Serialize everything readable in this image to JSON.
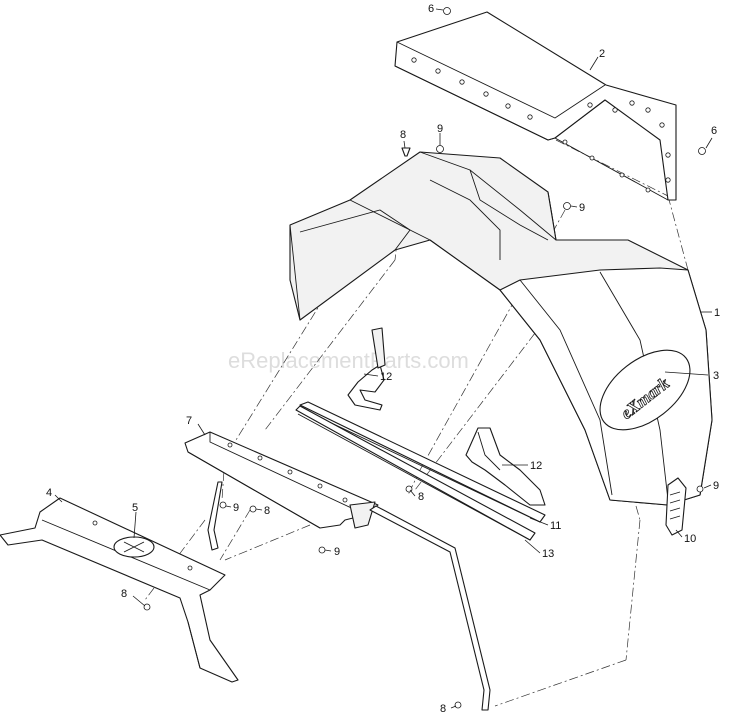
{
  "watermark": "eReplacementParts.com",
  "brand_logo": "eXmark",
  "callouts": [
    {
      "id": "c6a",
      "label": "6"
    },
    {
      "id": "c2",
      "label": "2"
    },
    {
      "id": "c6b",
      "label": "6"
    },
    {
      "id": "c8a",
      "label": "8"
    },
    {
      "id": "c9a",
      "label": "9"
    },
    {
      "id": "c9b",
      "label": "9"
    },
    {
      "id": "c1",
      "label": "1"
    },
    {
      "id": "c3",
      "label": "3"
    },
    {
      "id": "c12a",
      "label": "12"
    },
    {
      "id": "c7",
      "label": "7"
    },
    {
      "id": "c12b",
      "label": "12"
    },
    {
      "id": "c9c",
      "label": "9"
    },
    {
      "id": "c8b",
      "label": "8"
    },
    {
      "id": "c9d",
      "label": "9"
    },
    {
      "id": "c8c",
      "label": "8"
    },
    {
      "id": "c4",
      "label": "4"
    },
    {
      "id": "c5",
      "label": "5"
    },
    {
      "id": "c11",
      "label": "11"
    },
    {
      "id": "c10",
      "label": "10"
    },
    {
      "id": "c9e",
      "label": "9"
    },
    {
      "id": "c13",
      "label": "13"
    },
    {
      "id": "c8d",
      "label": "8"
    },
    {
      "id": "c8e",
      "label": "8"
    }
  ]
}
